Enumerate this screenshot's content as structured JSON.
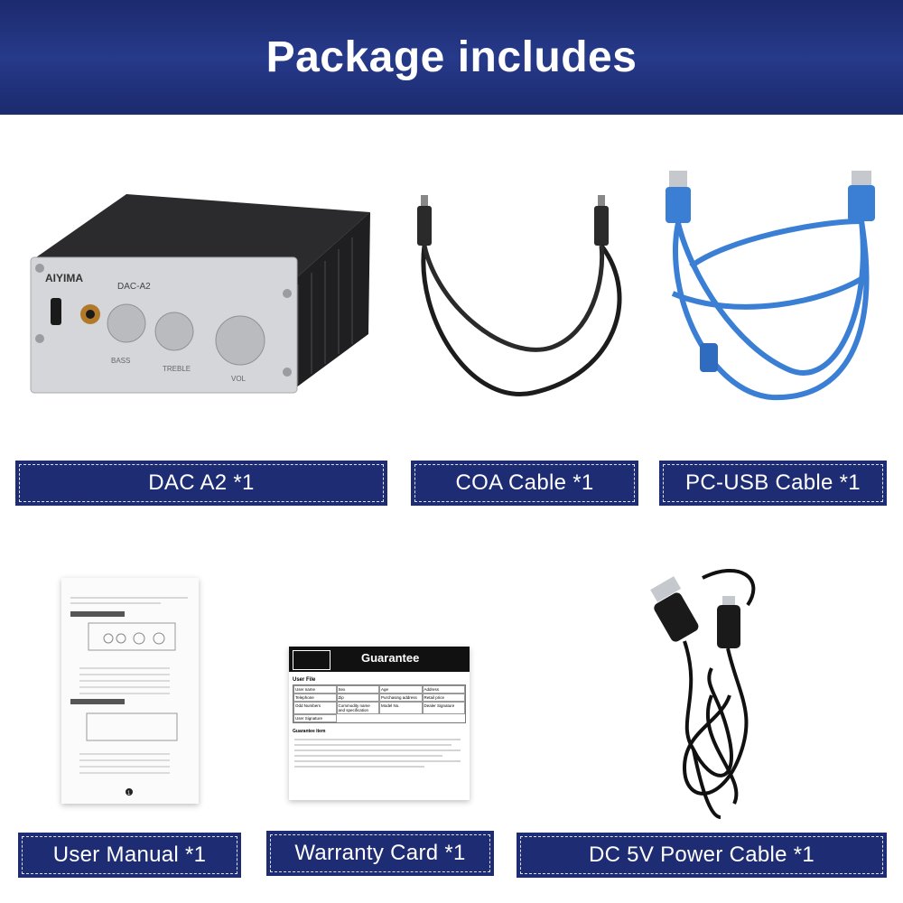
{
  "header": {
    "title": "Package includes"
  },
  "products": {
    "dac": {
      "label": "DAC A2 *1",
      "brand": "AIYIMA",
      "model": "DAC-A2",
      "knob_labels": [
        "BASS",
        "TREBLE",
        "VOL"
      ]
    },
    "coa_cable": {
      "label": "COA Cable *1"
    },
    "usb_cable": {
      "label": "PC-USB Cable *1"
    },
    "manual": {
      "label": "User Manual *1",
      "page_number": "1"
    },
    "warranty": {
      "label": "Warranty Card *1",
      "title": "Guarantee",
      "section": "User File",
      "fields": [
        "User name",
        "Sex",
        "Age",
        "Address",
        "Telephone",
        "Zip",
        "Purchasing address",
        "Retail price",
        "Odd Numbers",
        "Commodity name and specification",
        "Model No.",
        "Dealer Signature",
        "User Signature"
      ],
      "terms_title": "Guarantee item"
    },
    "power_cable": {
      "label": "DC 5V Power Cable *1"
    }
  },
  "colors": {
    "navy": "#1e2c74",
    "cable_blue": "#3a7fd4",
    "silver": "#cfd2d6"
  }
}
